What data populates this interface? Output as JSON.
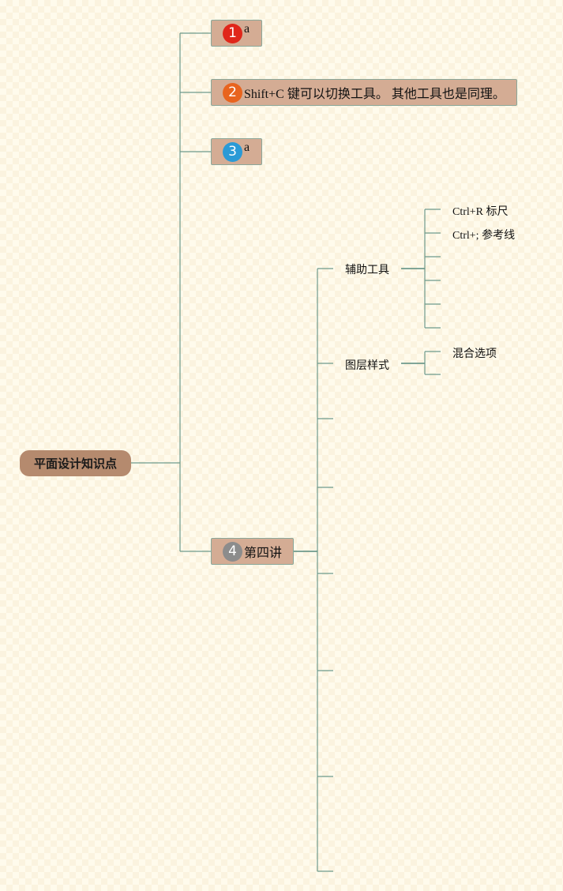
{
  "root": {
    "label": "平面设计知识点"
  },
  "topics": [
    {
      "number": "1",
      "label": "a",
      "badge_color": "#e0261a"
    },
    {
      "number": "2",
      "label": "Shift+C 键可以切换工具。 其他工具也是同理。",
      "badge_color": "#e8641e"
    },
    {
      "number": "3",
      "label": "a",
      "badge_color": "#2b9ad6"
    },
    {
      "number": "4",
      "label": "第四讲",
      "badge_color": "#8c8c8c"
    }
  ],
  "subtopics": [
    {
      "label": "辅助工具",
      "children": [
        "Ctrl+R 标尺",
        "Ctrl+; 参考线",
        "",
        "",
        "",
        ""
      ]
    },
    {
      "label": "图层样式",
      "children": [
        "混合选项",
        ""
      ]
    }
  ],
  "colors": {
    "line": "#6e9a8c",
    "root_fill": "#b58a6e",
    "topic_fill": "#d4ac94",
    "background": "#fffbec"
  }
}
